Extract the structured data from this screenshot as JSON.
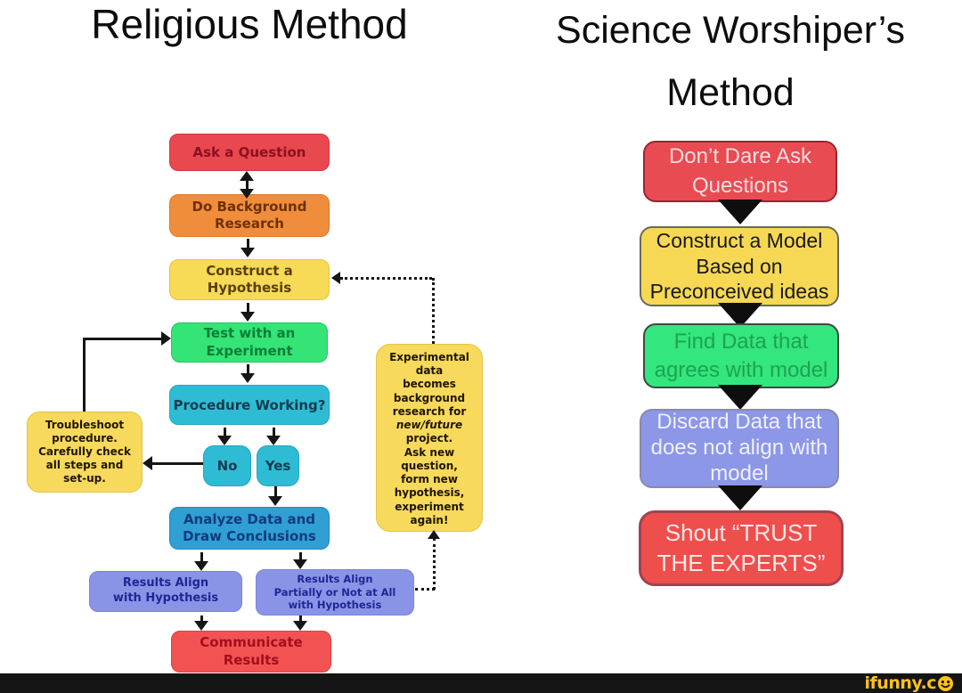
{
  "titles": {
    "left": "Religious Method",
    "right": "Science Worshiper’s\nMethod"
  },
  "left_chart": {
    "ask_question": "Ask a Question",
    "background_research": "Do Background\nResearch",
    "construct_hypothesis": "Construct a\nHypothesis",
    "test_experiment": "Test with an\nExperiment",
    "procedure_working": "Procedure Working?",
    "no": "No",
    "yes": "Yes",
    "troubleshoot": "Troubleshoot\nprocedure.\nCarefully check\nall steps and\nset-up.",
    "analyze": "Analyze Data and\nDraw Conclusions",
    "results_align": "Results Align\nwith Hypothesis",
    "results_partial": "Results Align\nPartially or Not at All\nwith Hypothesis",
    "communicate": "Communicate\nResults",
    "loop_pre": "Experimental\ndata\nbecomes\nbackground\nresearch for\n",
    "loop_italic": "new/future",
    "loop_post": "\nproject.\nAsk new\nquestion,\nform new\nhypothesis,\nexperiment\nagain!"
  },
  "right_chart": {
    "step1": "Don’t Dare Ask\nQuestions",
    "step2": "Construct a Model\nBased on\nPreconceived ideas",
    "step3": "Find Data that\nagrees with model",
    "step4": "Discard Data that\ndoes not align with\nmodel",
    "step5": "Shout “TRUST\nTHE EXPERTS”"
  },
  "footer": {
    "logo_text": "ifunny.c",
    "logo_smiley": "smiley-face-icon"
  },
  "palette": {
    "left_red": "#e9484f",
    "left_orange": "#ef8d3d",
    "left_yellow": "#f7d95c",
    "left_green": "#35e476",
    "left_cyan": "#2ebcd4",
    "left_blue": "#2f9fd4",
    "left_purple": "#8a94e6",
    "left_communicate_red": "#f25352",
    "right_red": "#e94b52",
    "right_yellow": "#f6d854",
    "right_green": "#33e67e",
    "right_purple": "#8d97e8",
    "arrow_black": "#161616",
    "footer_bar": "#141414",
    "logo_yellow": "#fcc21b"
  }
}
